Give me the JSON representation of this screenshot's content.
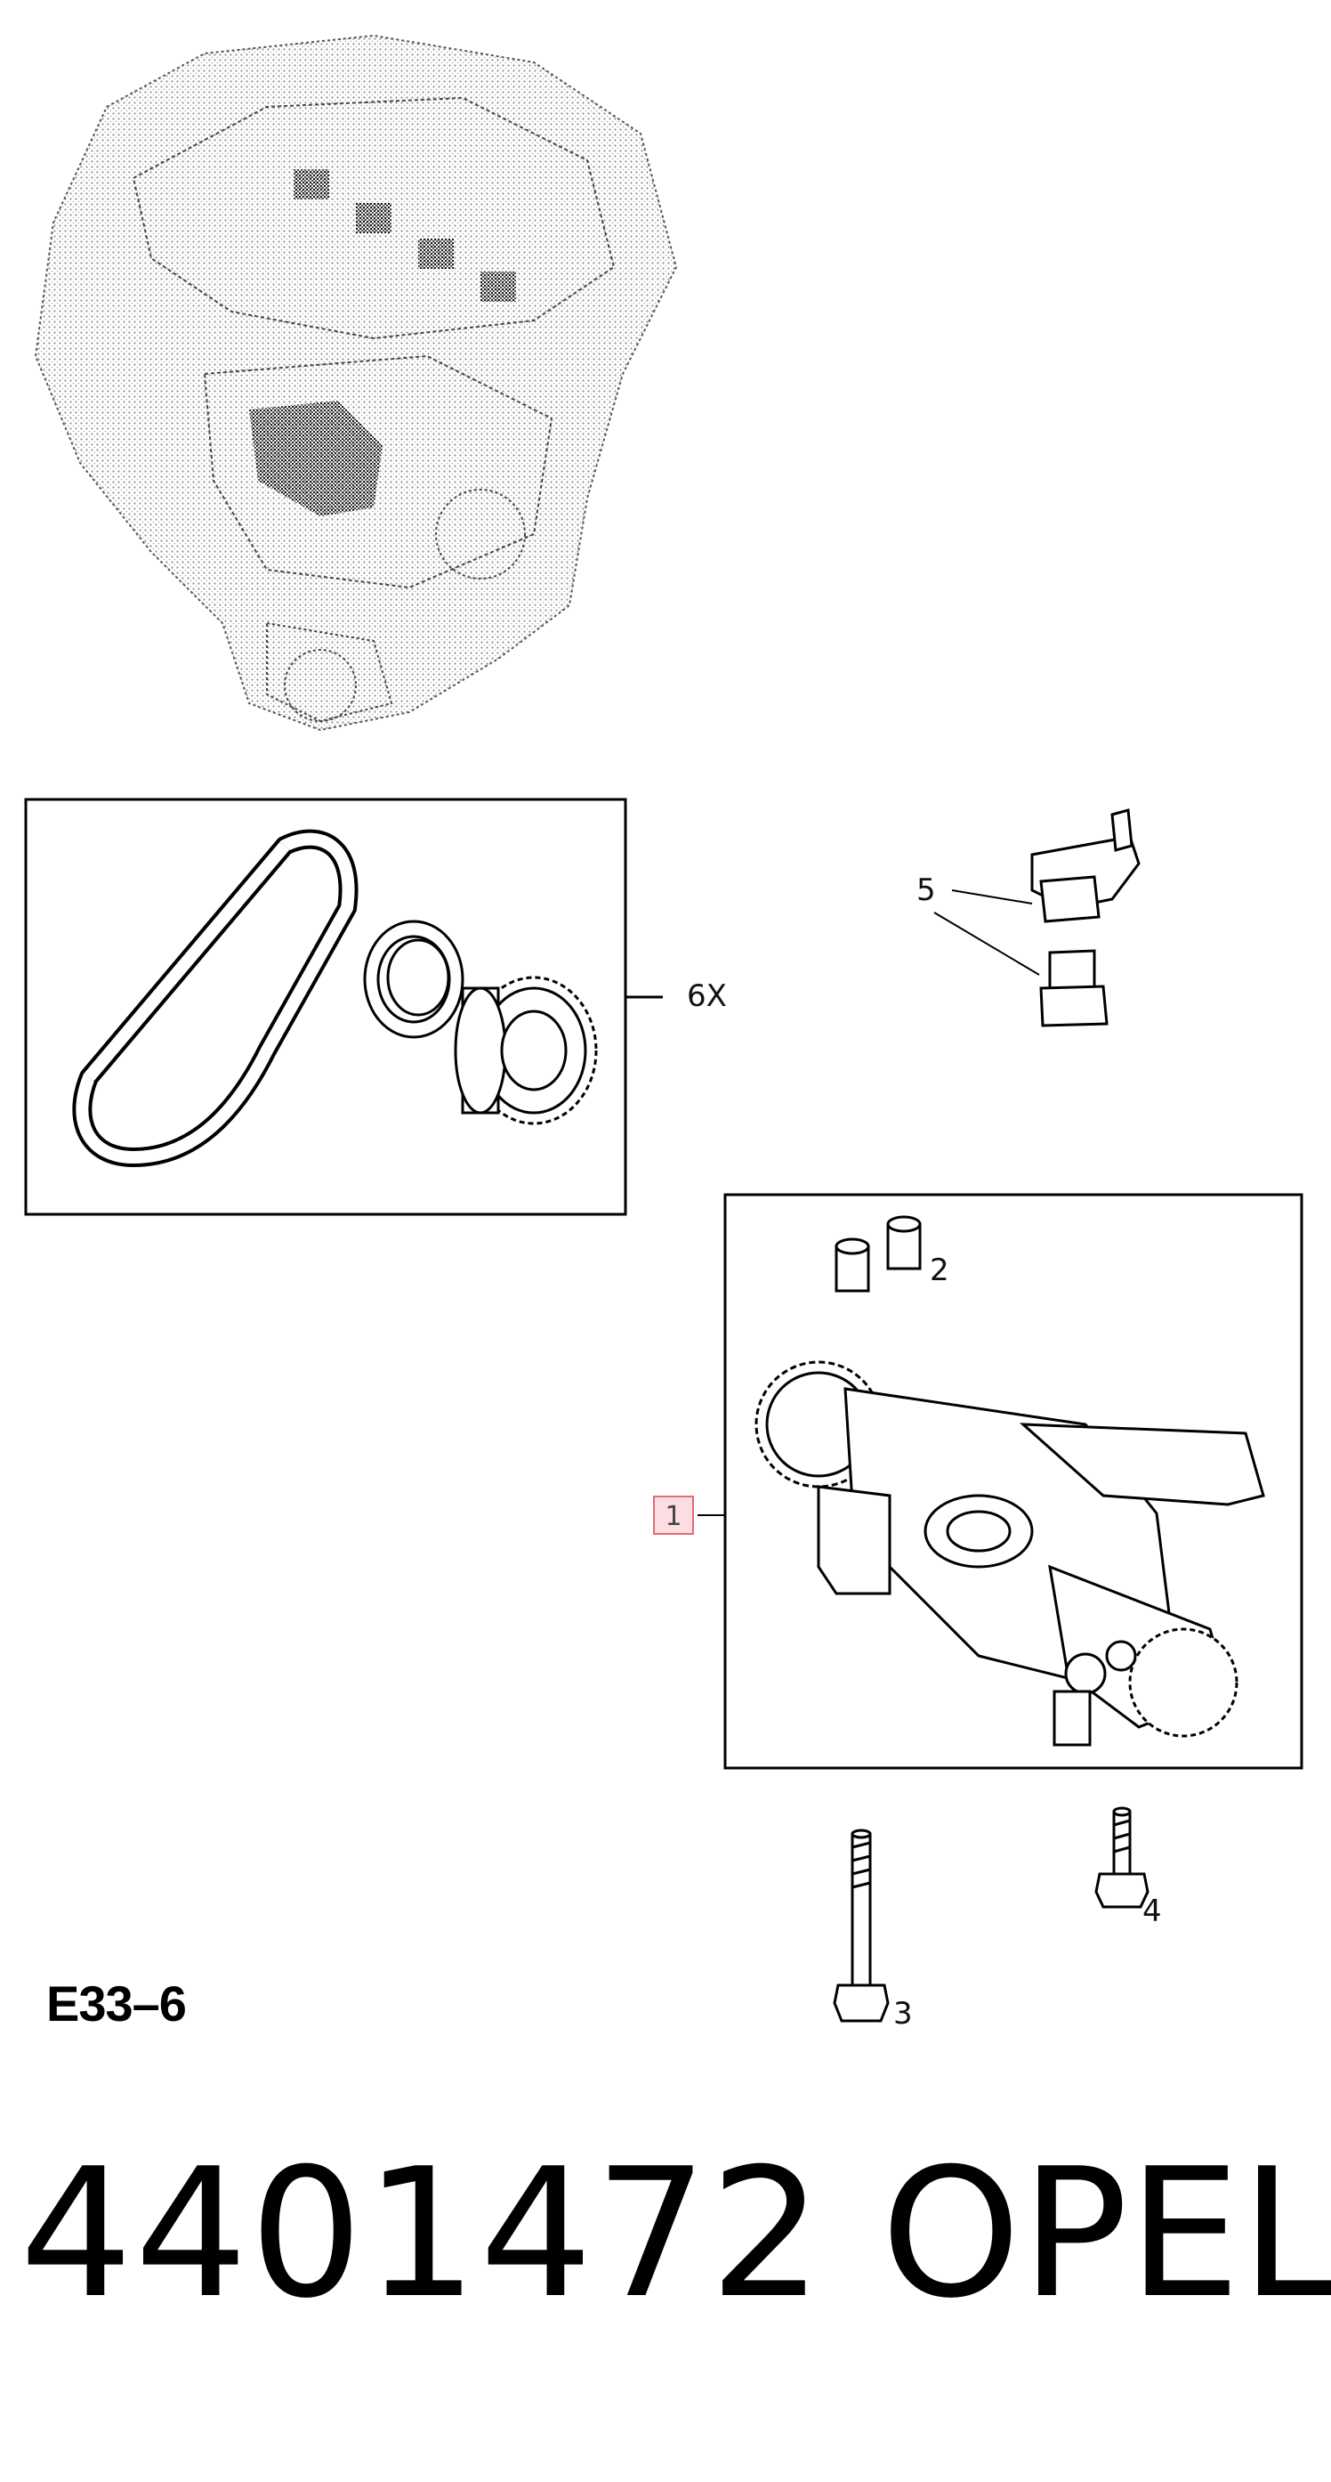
{
  "callouts": {
    "pump": "1",
    "dowels": "2",
    "long_bolt": "3",
    "short_bolt": "4",
    "valve_assembly": "5",
    "chain_kit": "6X"
  },
  "diagram_code": "E33–6",
  "footer": {
    "part_number": "4401472",
    "brand": "OPEL"
  },
  "colors": {
    "highlight_fill": "#fbdde2",
    "highlight_border": "#e36a78"
  }
}
